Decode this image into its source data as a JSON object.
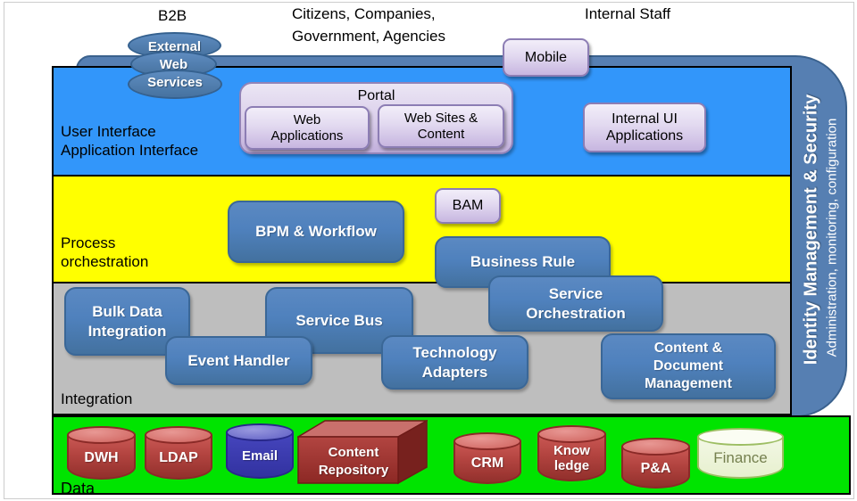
{
  "actors": {
    "b2b": "B2B",
    "citizens": "Citizens, Companies,\nGovernment,  Agencies",
    "internal_staff": "Internal Staff"
  },
  "cloud": {
    "line1": "External",
    "line2": "Web",
    "line3": "Services"
  },
  "ui_layer": {
    "label": "User Interface\nApplication Interface",
    "mobile": "Mobile",
    "portal": "Portal",
    "web_applications": "Web\nApplications",
    "web_sites_content": "Web Sites &\nContent",
    "internal_ui_applications": "Internal UI\nApplications"
  },
  "process_layer": {
    "label": "Process\norchestration",
    "bpm_workflow": "BPM & Workflow",
    "bam": "BAM",
    "business_rule": "Business Rule"
  },
  "integration_layer": {
    "label": "Integration",
    "bulk_data_integration": "Bulk Data\nIntegration",
    "service_bus": "Service Bus",
    "event_handler": "Event Handler",
    "technology_adapters": "Technology\nAdapters",
    "service_orchestration": "Service\nOrchestration",
    "content_document_management": "Content &\nDocument\nManagement"
  },
  "data_layer": {
    "label": "Data",
    "stores": [
      {
        "name": "dwh",
        "label": "DWH",
        "kind": "red-cylinder"
      },
      {
        "name": "ldap",
        "label": "LDAP",
        "kind": "red-cylinder"
      },
      {
        "name": "email",
        "label": "Email",
        "kind": "blue-cylinder"
      },
      {
        "name": "content-repository",
        "label": "Content\nRepository",
        "kind": "red-cube"
      },
      {
        "name": "crm",
        "label": "CRM",
        "kind": "red-cylinder"
      },
      {
        "name": "knowledge",
        "label": "Know\nledge",
        "kind": "red-cylinder"
      },
      {
        "name": "pa",
        "label": "P&A",
        "kind": "red-cylinder"
      },
      {
        "name": "finance",
        "label": "Finance",
        "kind": "green-cylinder"
      }
    ]
  },
  "sidebar": {
    "title": "Identity Management & Security",
    "subtitle": "Administration, monitoring, configuration"
  },
  "colors": {
    "ui_layer": "#3296FA",
    "process_layer": "#FFFF00",
    "integration_layer": "#BEBEBE",
    "data_layer": "#00E400",
    "steel_box": "#4F81BD",
    "steel_border": "#3A6797",
    "band": "#567FB2",
    "band_border": "#3A618D",
    "lavender": "#D9CCEC",
    "lavender_border": "#8C7DB4",
    "red_store": "#B34440",
    "email_store": "#3C3CBA",
    "finance_store": "#EFF5DE"
  }
}
